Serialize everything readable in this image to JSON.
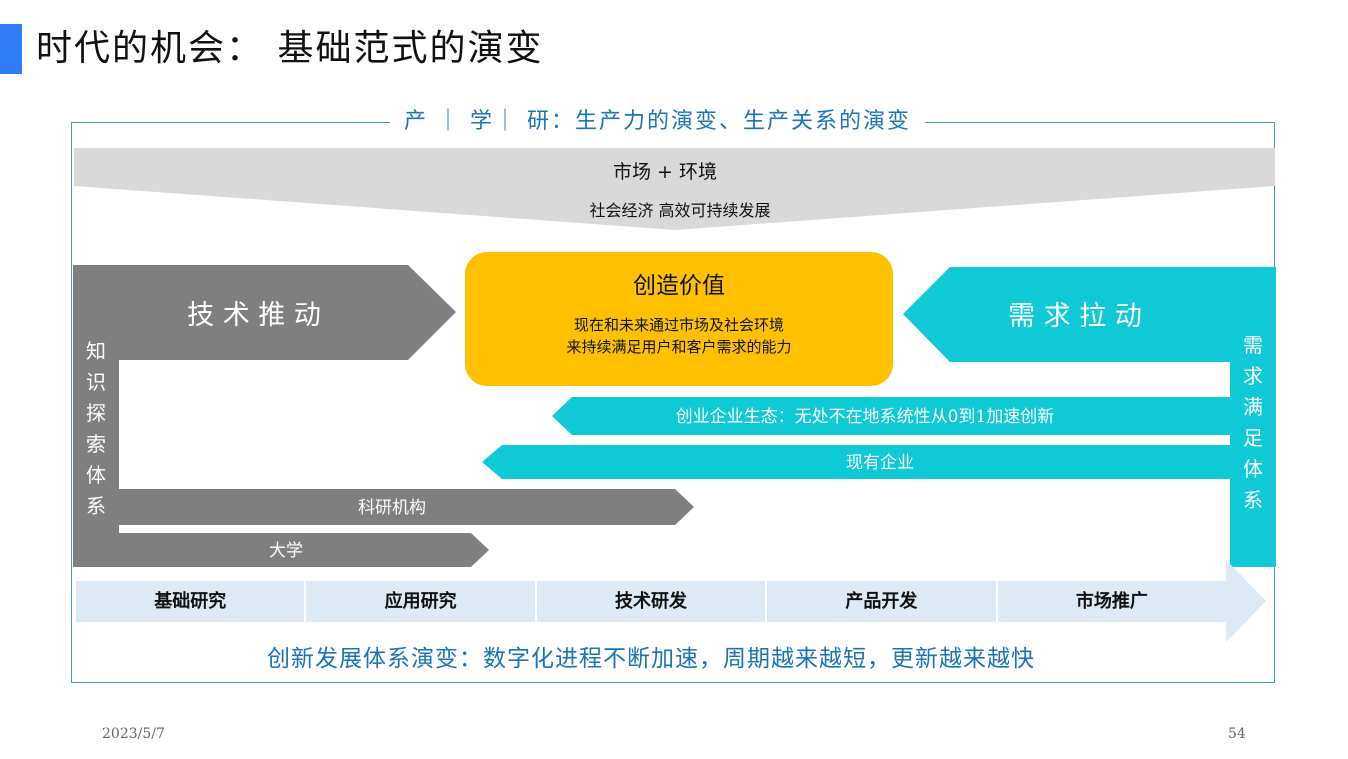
{
  "slide": {
    "title": "时代的机会：  基础范式的演变",
    "frame_heading": "产 ｜ 学｜ 研：生产力的演变、生产关系的演变",
    "market": {
      "line1": "市场 + 环境",
      "line2": "社会经济 高效可持续发展"
    },
    "tech_push": "技 术 推 动",
    "demand_pull": "需 求 拉 动",
    "value": {
      "title": "创造价值",
      "line1": "现在和未来通过市场及社会环境",
      "line2": "来持续满足用户和客户需求的能力"
    },
    "startup_eco": "创业企业生态：无处不在地系统性从0到1加速创新",
    "existing_enterprises": "现有企业",
    "research_institutes": "科研机构",
    "university": "大学",
    "knowledge_system": [
      "知",
      "识",
      "探",
      "索",
      "体",
      "系"
    ],
    "demand_system": [
      "需",
      "求",
      "满",
      "足",
      "体",
      "系"
    ],
    "phases": [
      "基础研究",
      "应用研究",
      "技术研发",
      "产品开发",
      "市场推广"
    ],
    "bottom_caption": "创新发展体系演变：数字化进程不断加速，周期越来越短，更新越来越快",
    "footer_date": "2023/5/7",
    "footer_page": "54"
  },
  "colors": {
    "accent_blue": "#2f7cf6",
    "frame_blue": "#4a97c8",
    "text_blue": "#1b73b8",
    "gray_dark": "#7f7f7f",
    "gray_light": "#d9d9d9",
    "teal": "#0fcad6",
    "yellow": "#ffc000",
    "phase_bg": "#dde9f5"
  }
}
